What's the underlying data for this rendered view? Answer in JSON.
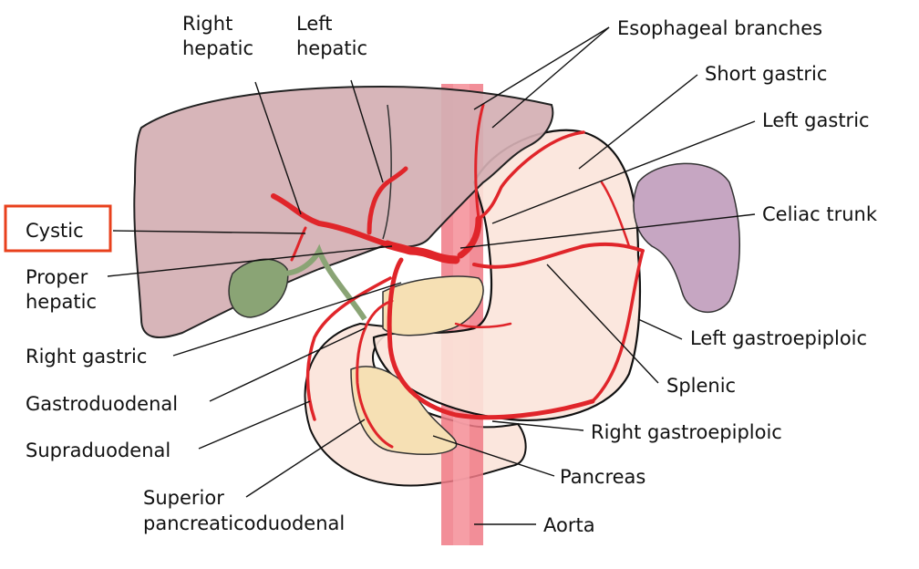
{
  "labels": {
    "right_hepatic": [
      "Right",
      "hepatic"
    ],
    "left_hepatic": [
      "Left",
      "hepatic"
    ],
    "esophageal_branches": "Esophageal branches",
    "short_gastric": "Short gastric",
    "left_gastric": "Left gastric",
    "celiac_trunk": "Celiac trunk",
    "cystic": "Cystic",
    "proper_hepatic": [
      "Proper",
      "hepatic"
    ],
    "right_gastric": "Right gastric",
    "gastroduodenal": "Gastroduodenal",
    "supraduodenal": "Supraduodenal",
    "superior_pancreaticoduodenal": [
      "Superior",
      "pancreaticoduodenal"
    ],
    "aorta": "Aorta",
    "pancreas": "Pancreas",
    "right_gastroepiploic": "Right gastroepiploic",
    "splenic": "Splenic",
    "left_gastroepiploic": "Left gastroepiploic"
  },
  "highlight": {
    "label": "cystic",
    "color": "#e8401c"
  },
  "colors": {
    "liver": "#d4afb3",
    "stomach": "#fae3da",
    "spleen": "#c6a6c2",
    "pancreas": "#f6e0b4",
    "gallbladder": "#8aa475",
    "aorta": "#f06b78",
    "artery": "#e0252a"
  }
}
